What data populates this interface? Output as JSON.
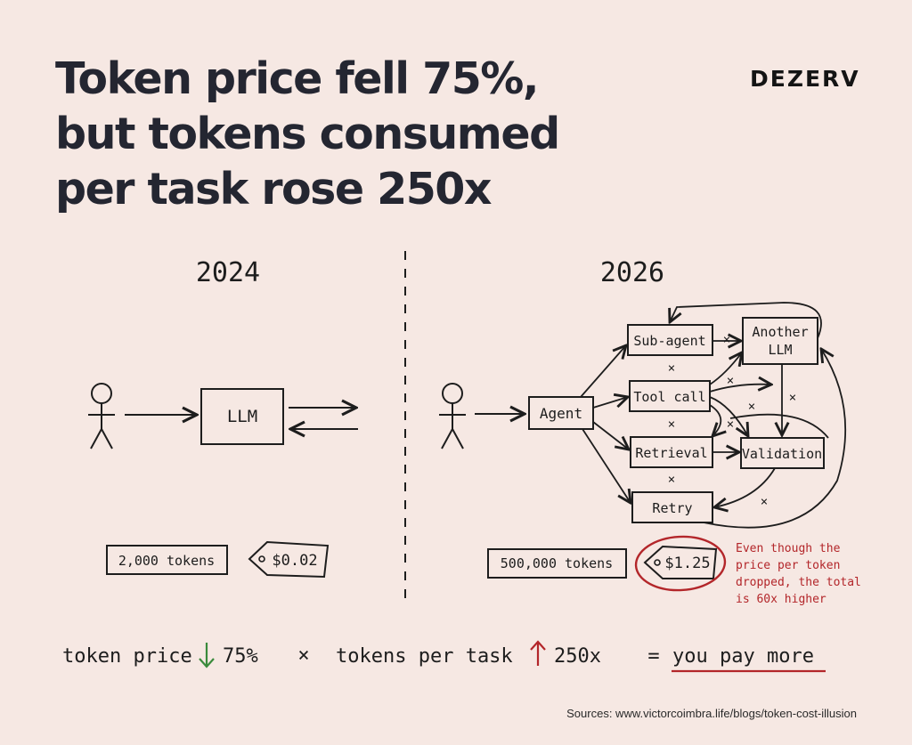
{
  "headline": {
    "line1": "Token price fell 75%,",
    "line2": "but tokens consumed",
    "line3": "per task rose 250x"
  },
  "brand": "DEZERV",
  "left": {
    "year": "2024",
    "llm_label": "LLM",
    "tokens": "2,000 tokens",
    "price": "$0.02"
  },
  "right": {
    "year": "2026",
    "nodes": {
      "agent": "Agent",
      "sub_agent": "Sub-agent",
      "another_llm_1": "Another",
      "another_llm_2": "LLM",
      "tool_call": "Tool call",
      "retrieval": "Retrieval",
      "validation": "Validation",
      "retry": "Retry"
    },
    "tokens": "500,000 tokens",
    "price": "$1.25",
    "note": [
      "Even though the",
      "price per token",
      "dropped, the total",
      "is 60x higher"
    ]
  },
  "equation": {
    "token_price": "token price",
    "price_change": "75%",
    "times": "×",
    "tokens_per_task": "tokens per task",
    "tokens_change": "250x",
    "equals": "=",
    "result": "you pay more"
  },
  "sources": "Sources: www.victorcoimbra.life/blogs/token-cost-illusion",
  "colors": {
    "green": "#3a8a3c",
    "red": "#b3262a",
    "ink": "#1d1d1d"
  }
}
